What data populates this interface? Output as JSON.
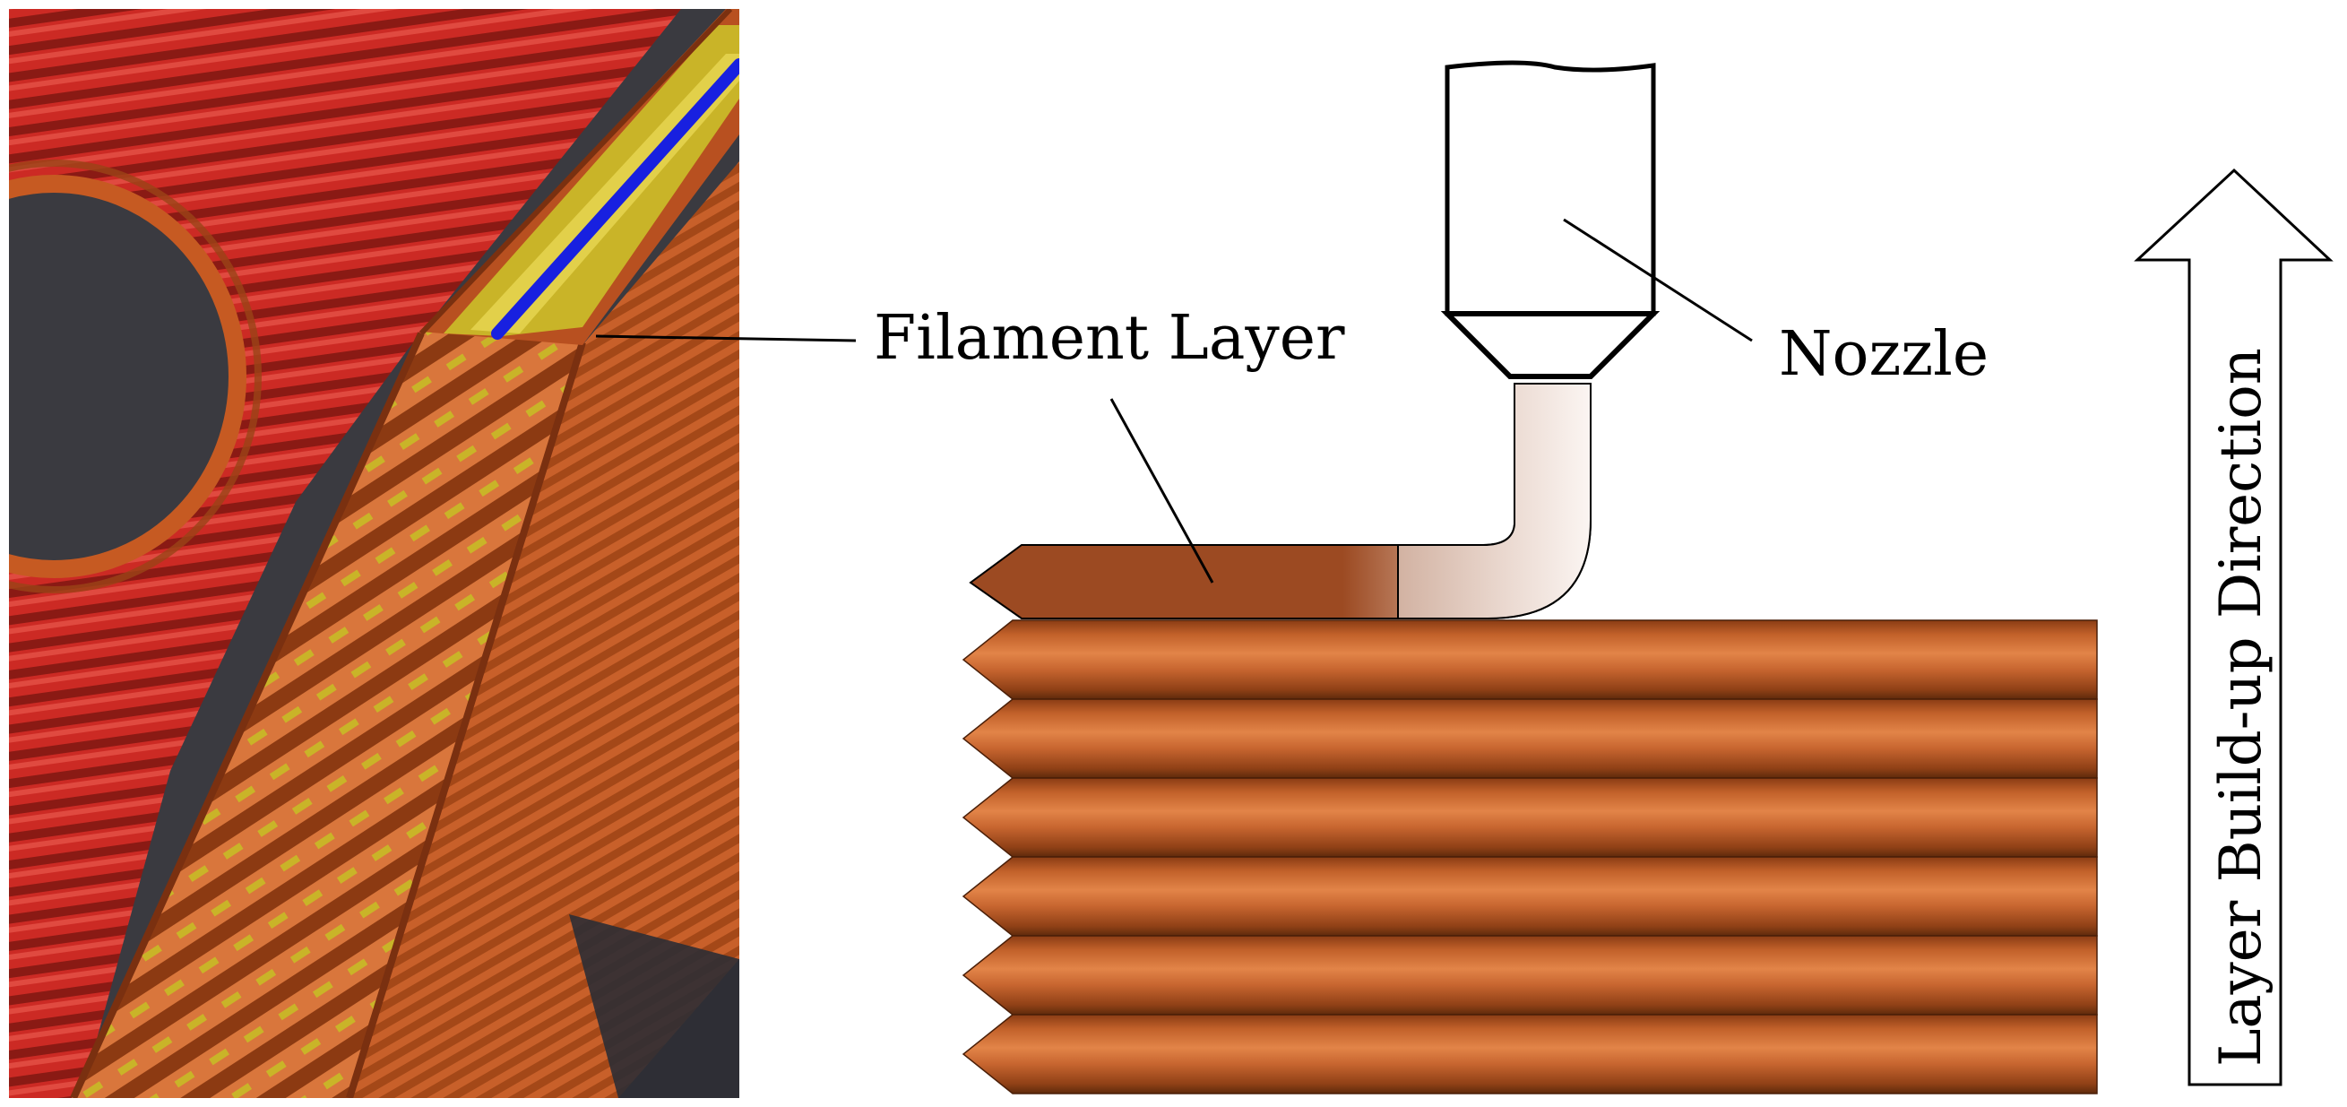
{
  "labels": {
    "filament_layer": "Filament Layer",
    "nozzle": "Nozzle",
    "build_direction": "Layer Build-up Direction"
  },
  "colors": {
    "filament_light": "#de7a3c",
    "filament_dark": "#7a3410",
    "filament_mid": "#b75722",
    "infill_red": "#cc2a24",
    "infill_dark": "#7a1612",
    "perimeter_yellow": "#c9b428",
    "travel_blue": "#1820e0",
    "background_dark": "#3a3a40",
    "nozzle_outline": "#000000",
    "flow_tint": "#dcc0b4"
  },
  "diagram": {
    "stacked_layers": 6,
    "icons": [
      "nozzle-icon",
      "build-direction-arrow-icon"
    ]
  }
}
